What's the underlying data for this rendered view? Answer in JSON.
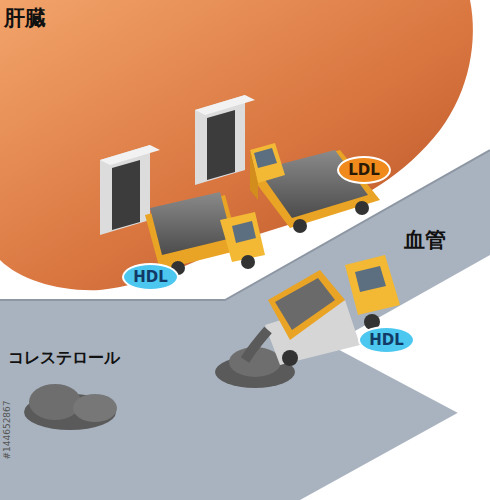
{
  "diagram": {
    "nodes": [
      {
        "text": [
          "LDL"
        ]
      },
      {
        "text": [
          "HDL"
        ]
      },
      {
        "text": [
          "HDL"
        ]
      }
    ],
    "labels": [
      "肝臓",
      "血管",
      "コレステロール",
      "#144652867"
    ]
  }
}
